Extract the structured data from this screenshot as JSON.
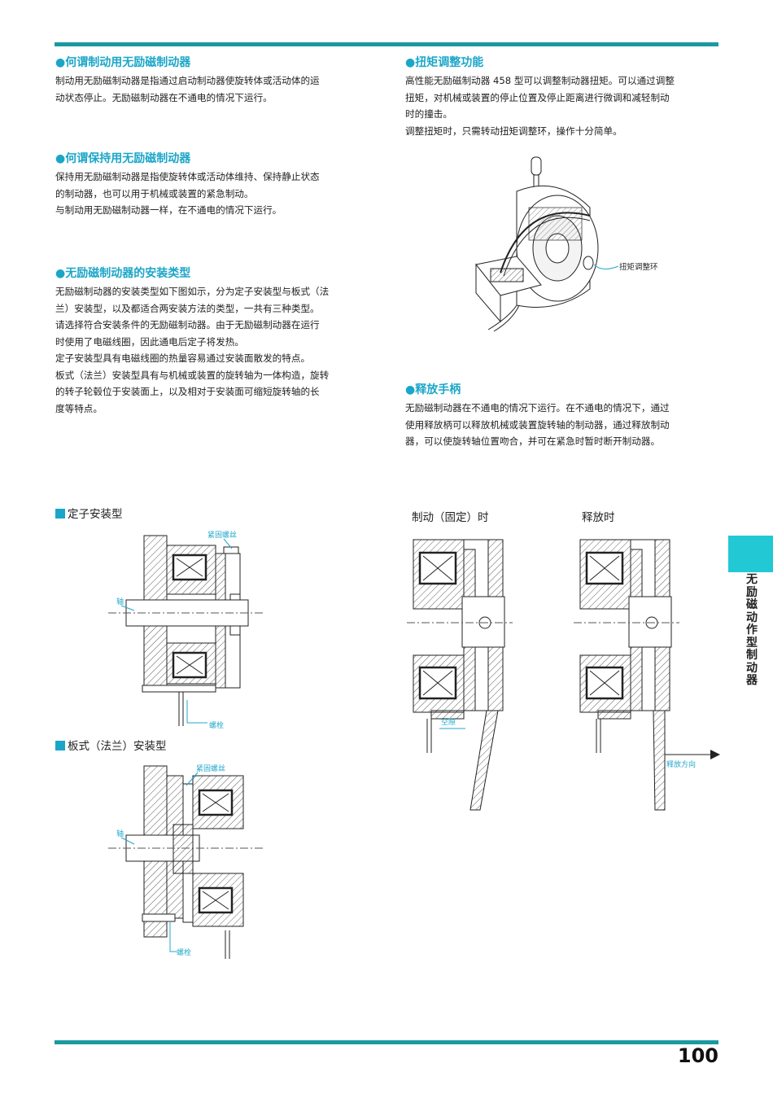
{
  "sections": {
    "braking": {
      "title": "●何谓制动用无励磁制动器",
      "lines": [
        "制动用无励磁制动器是指通过启动制动器使旋转体或活动体的运",
        "动状态停止。无励磁制动器在不通电的情况下运行。"
      ]
    },
    "holding": {
      "title": "●何谓保持用无励磁制动器",
      "lines": [
        "保持用无励磁制动器是指使旋转体或活动体维持、保持静止状态",
        "的制动器，也可以用于机械或装置的紧急制动。",
        "与制动用无励磁制动器一样，在不通电的情况下运行。"
      ]
    },
    "mounting": {
      "title": "●无励磁制动器的安装类型",
      "lines": [
        "无励磁制动器的安装类型如下图如示，分为定子安装型与板式（法",
        "兰）安装型，以及都适合两安装方法的类型，一共有三种类型。",
        "请选择符合安装条件的无励磁制动器。由于无励磁制动器在运行",
        "时使用了电磁线圈，因此通电后定子将发热。",
        "定子安装型具有电磁线圈的热量容易通过安装面散发的特点。",
        "板式（法兰）安装型具有与机械或装置的旋转轴为一体构造，旋转",
        "的转子轮毂位于安装面上，以及相对于安装面可缩短旋转轴的长",
        "度等特点。"
      ]
    },
    "torque": {
      "title": "●扭矩调整功能",
      "lines": [
        "高性能无励磁制动器 458 型可以调整制动器扭矩。可以通过调整",
        "扭矩，对机械或装置的停止位置及停止距离进行微调和减轻制动",
        "时的撞击。",
        "调整扭矩时，只需转动扭矩调整环，操作十分简单。"
      ]
    },
    "release": {
      "title": "●释放手柄",
      "lines": [
        "无励磁制动器在不通电的情况下运行。在不通电的情况下，通过",
        "使用释放柄可以释放机械或装置旋转轴的制动器，通过释放制动",
        "器，可以使旋转轴位置吻合，并可在紧急时暂时断开制动器。"
      ]
    }
  },
  "figures": {
    "stator_caption": "定子安装型",
    "flange_caption": "板式（法兰）安装型",
    "braking_caption": "制动（固定）时",
    "release_caption": "释放时",
    "labels": {
      "set_screw": "紧固螺丝",
      "shaft": "轴",
      "bolt": "螺栓",
      "torque_ring": "扭矩调整环",
      "gap": "空隙",
      "release_direction": "释放方向"
    }
  },
  "side_tab": "无励磁动作型制动器",
  "page_number": "100",
  "colors": {
    "rule": "#1a9aa0",
    "accent": "#1ba6c8",
    "tab": "#22c8d4"
  }
}
